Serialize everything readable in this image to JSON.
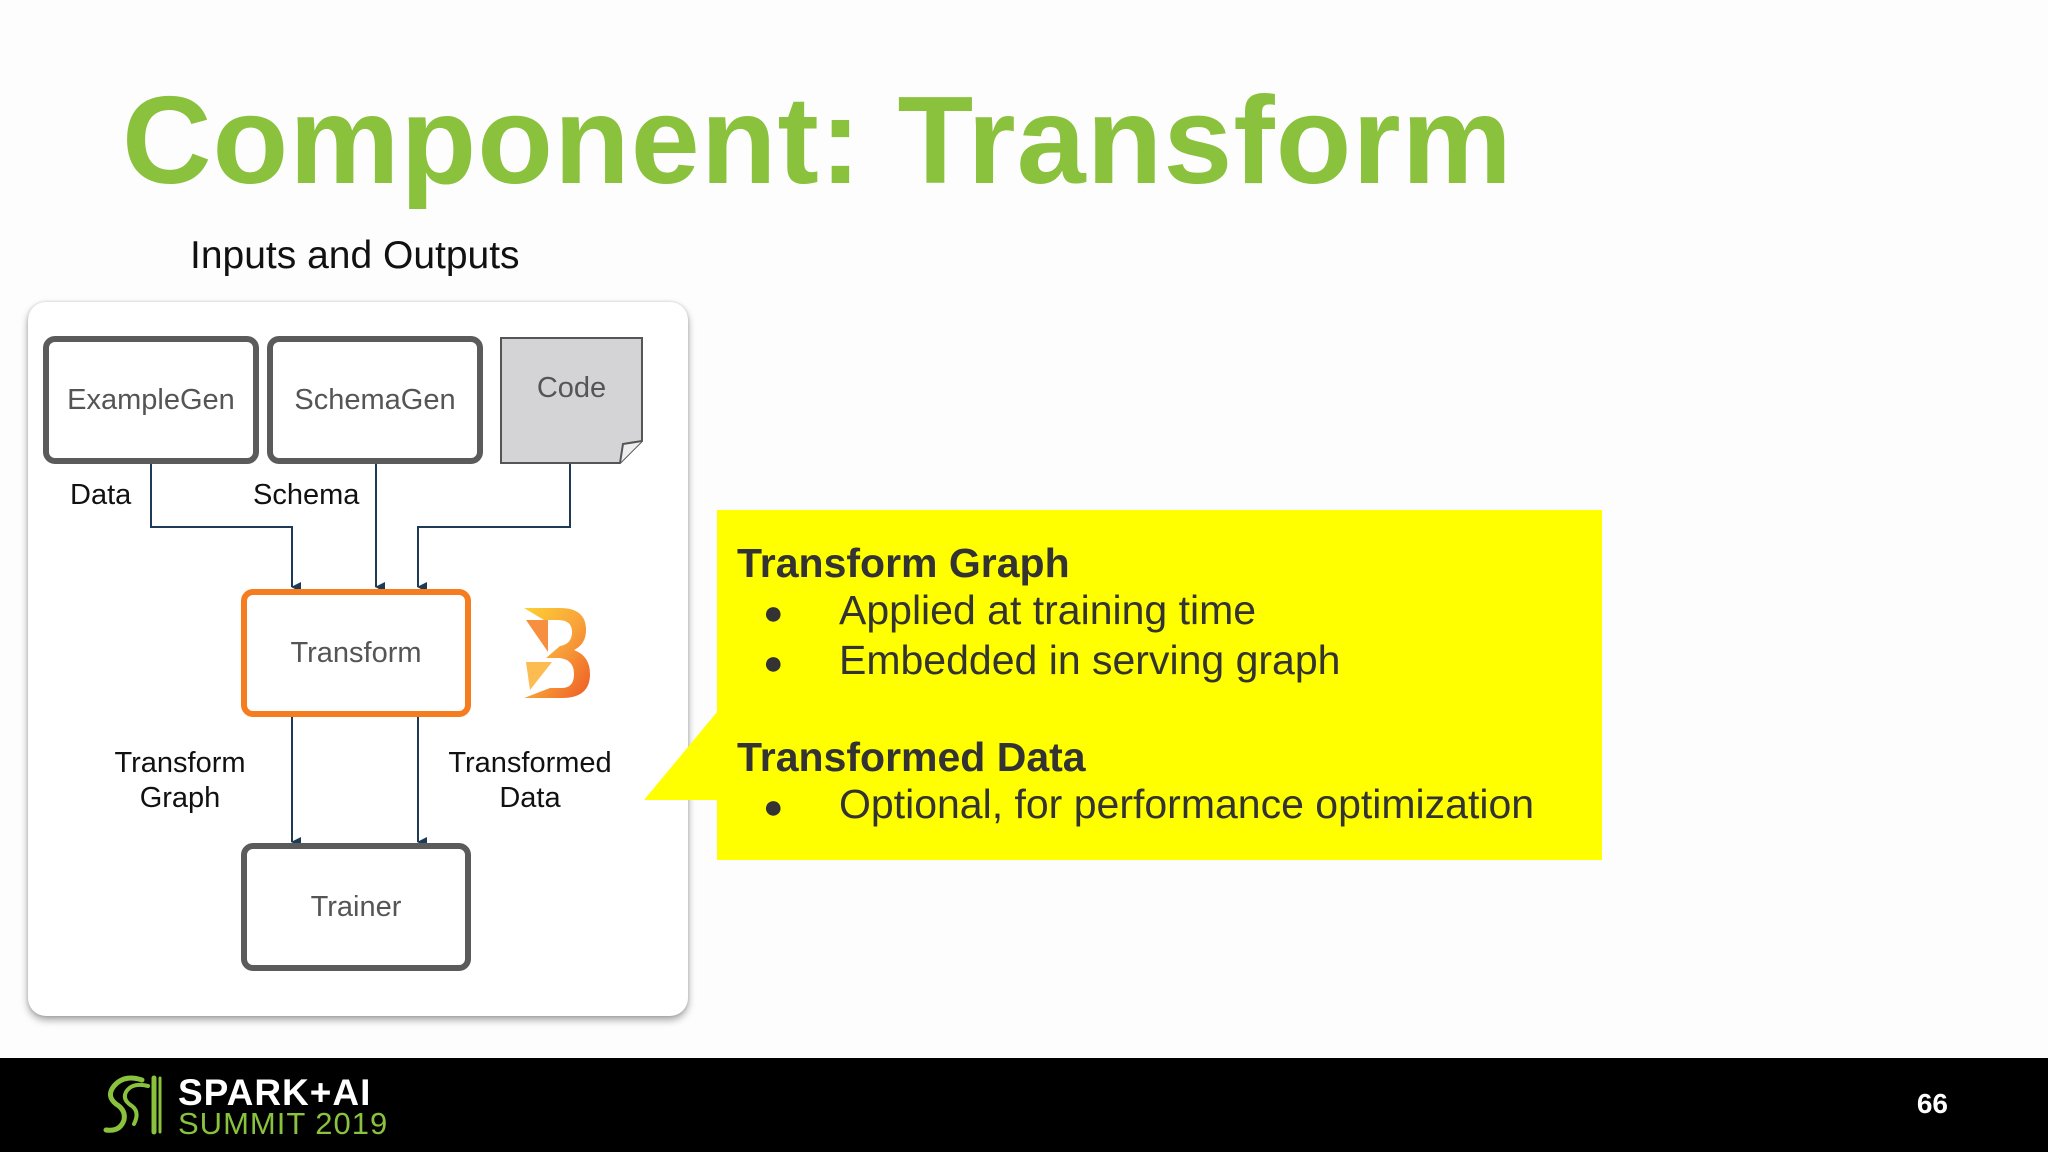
{
  "slide": {
    "title": "Component: Transform",
    "subtitle": "Inputs and Outputs",
    "page_number": "66"
  },
  "diagram": {
    "nodes": {
      "example_gen": "ExampleGen",
      "schema_gen": "SchemaGen",
      "code": "Code",
      "transform": "Transform",
      "trainer": "Trainer"
    },
    "edge_labels": {
      "data": "Data",
      "schema": "Schema",
      "transform_graph_line1": "Transform",
      "transform_graph_line2": "Graph",
      "transformed_data_line1": "Transformed",
      "transformed_data_line2": "Data"
    },
    "icons": [
      "beam-logo-icon",
      "document-icon"
    ]
  },
  "callout": {
    "heading1": "Transform Graph",
    "bullets1": [
      "Applied at training time",
      "Embedded in serving graph"
    ],
    "heading2": "Transformed Data",
    "bullets2": [
      "Optional, for performance optimization"
    ],
    "bullet_char": "●"
  },
  "footer": {
    "brand_line1": "SPARK+AI",
    "brand_line2": "SUMMIT 2019"
  },
  "colors": {
    "title_green": "#8ac13d",
    "callout_yellow": "#ffff00",
    "transform_orange": "#f57c1f",
    "arrow_navy": "#1d3b57",
    "footer_black": "#000000"
  }
}
